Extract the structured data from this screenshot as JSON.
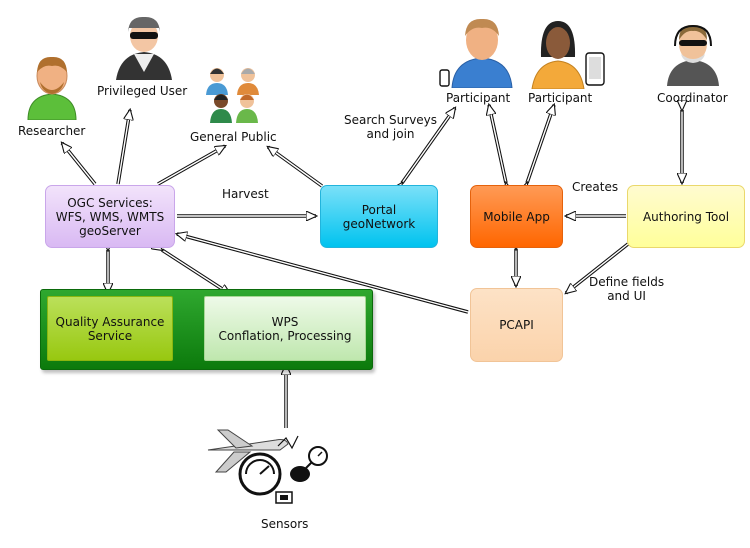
{
  "boxes": {
    "ogc": [
      "OGC Services:",
      "WFS, WMS, WMTS",
      "geoServer"
    ],
    "portal": [
      "Portal",
      "geoNetwork"
    ],
    "mobile": [
      "Mobile App"
    ],
    "authoring": [
      "Authoring Tool"
    ],
    "pcapi": [
      "PCAPI"
    ],
    "qa": [
      "Quality Assurance",
      "Service"
    ],
    "wps": [
      "WPS",
      "Conflation, Processing"
    ]
  },
  "actors": {
    "researcher": "Researcher",
    "privileged_user": "Privileged User",
    "general_public": "General Public",
    "participant_1": "Participant",
    "participant_2": "Participant",
    "coordinator": "Coordinator",
    "sensors": "Sensors"
  },
  "edge_labels": {
    "harvest": "Harvest",
    "search_join": [
      "Search Surveys",
      "and join"
    ],
    "creates": "Creates",
    "define_fields": [
      "Define fields",
      "and UI"
    ]
  },
  "colors": {
    "ogc": "#d9b9f3",
    "portal": "#00c3ef",
    "mobile": "#ff6600",
    "authoring": "#ffff9a",
    "pcapi": "#fbd3ab",
    "quality_assurance": "#98c810",
    "wps": "#bfe7ae",
    "container": "#0c7a0c"
  },
  "icons": [
    "researcher-icon",
    "privileged-user-icon",
    "general-public-icon",
    "participant-phone-icon",
    "participant-icon",
    "coordinator-icon",
    "sensors-icon"
  ]
}
